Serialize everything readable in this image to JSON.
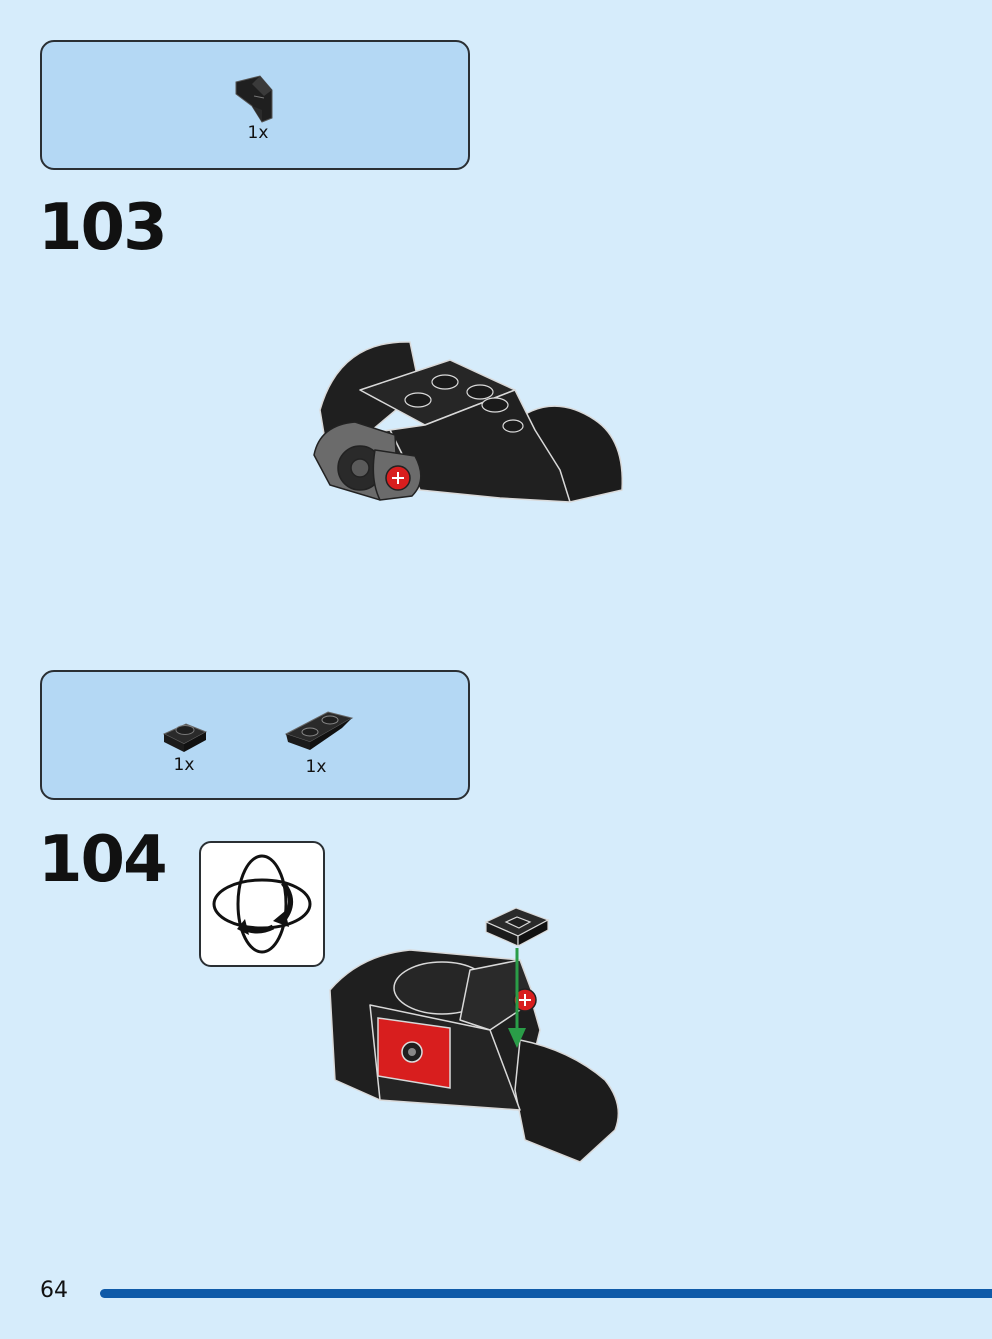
{
  "steps": [
    {
      "number": "103",
      "parts": [
        {
          "icon": "black-curved-slope-icon",
          "quantity": "1x"
        }
      ]
    },
    {
      "number": "104",
      "rotate_icon": "rotate-model-icon",
      "parts": [
        {
          "icon": "black-plate-1x1-icon",
          "quantity": "1x"
        },
        {
          "icon": "black-inverted-slope-1x2-icon",
          "quantity": "1x"
        }
      ]
    }
  ],
  "page": {
    "number": "64"
  },
  "colors": {
    "page_background": "#d6ecfb",
    "parts_box": "#b4d8f4",
    "brick_black": "#1f1f1f",
    "accent_red": "#d81e1e",
    "arrow_green": "#2a9d48",
    "page_rule": "#0f5aa8"
  }
}
